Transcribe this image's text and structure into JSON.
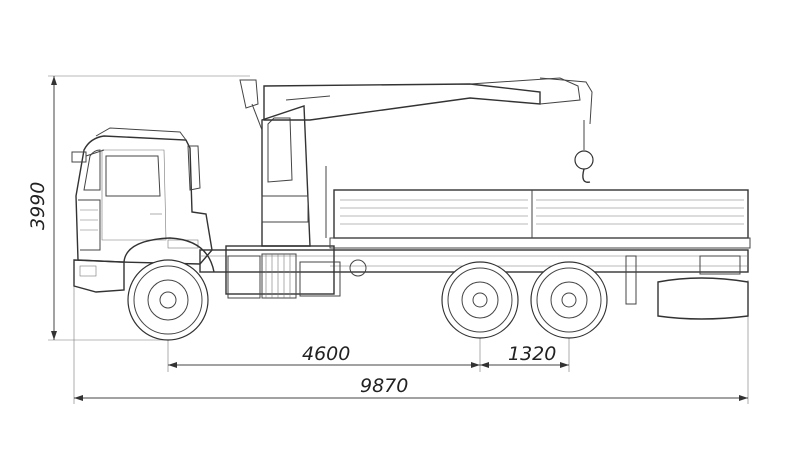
{
  "dimensions": {
    "overall_height": "3990",
    "wheelbase_front": "4600",
    "wheelbase_rear": "1320",
    "overall_length": "9870"
  }
}
